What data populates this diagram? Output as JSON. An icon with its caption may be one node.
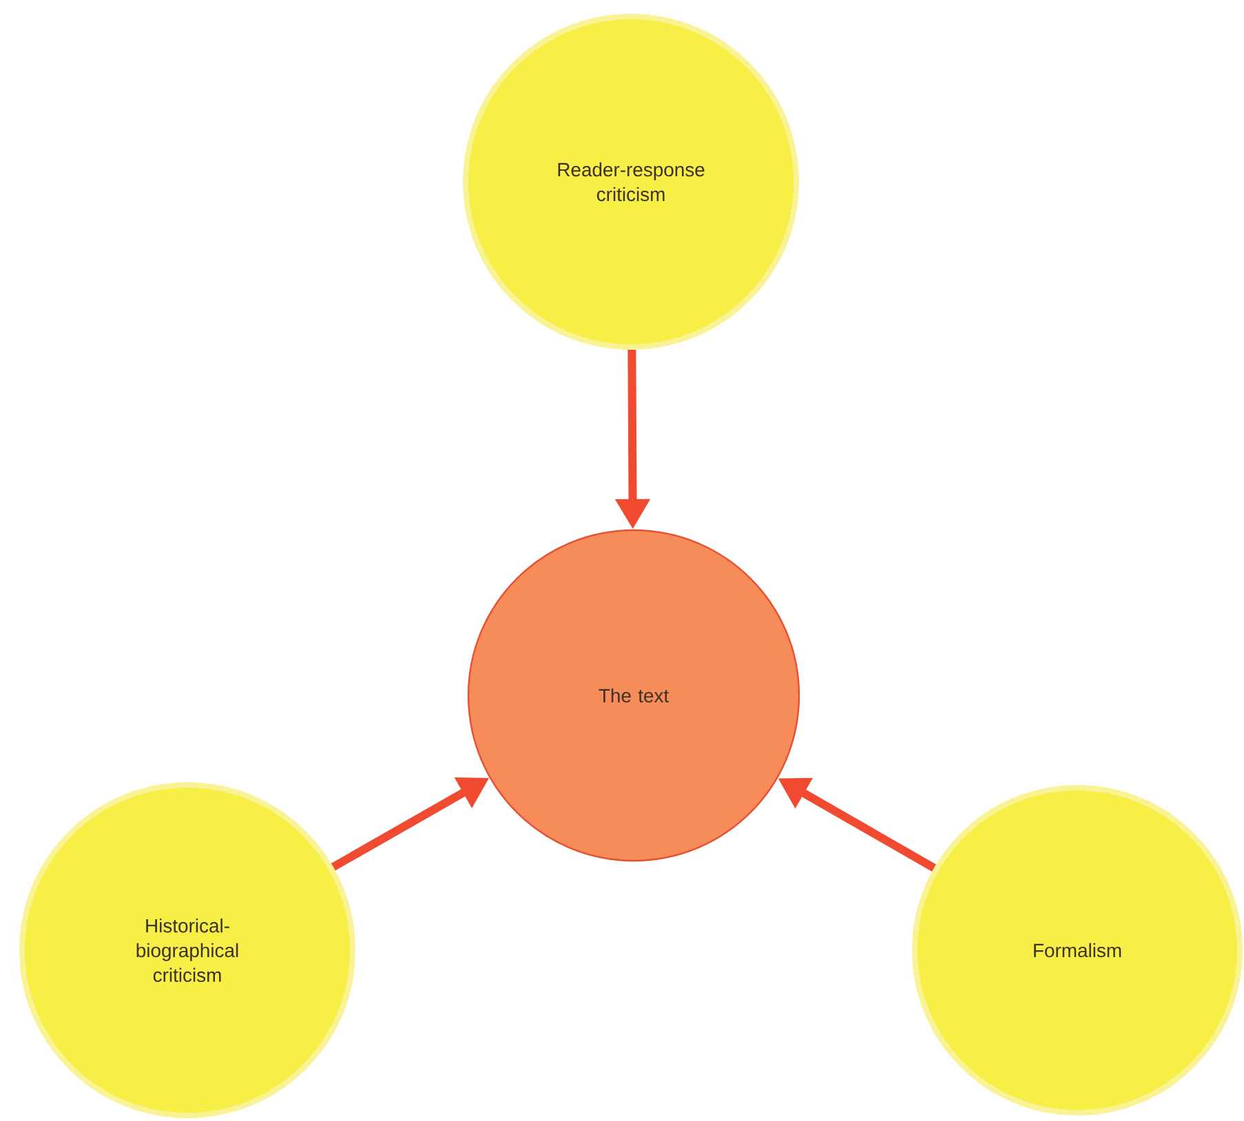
{
  "diagram": {
    "nodes": [
      {
        "text": [
          "Reader-response criticism"
        ]
      },
      {
        "text": [
          "The text"
        ]
      },
      {
        "text": [
          "Historical-biographical criticism"
        ]
      },
      {
        "text": [
          "Formalism"
        ]
      }
    ],
    "edges": [
      {
        "from": 0,
        "to": 1,
        "arrow": "to"
      },
      {
        "from": 2,
        "to": 1,
        "arrow": "to"
      },
      {
        "from": 3,
        "to": 1,
        "arrow": "to"
      }
    ]
  }
}
